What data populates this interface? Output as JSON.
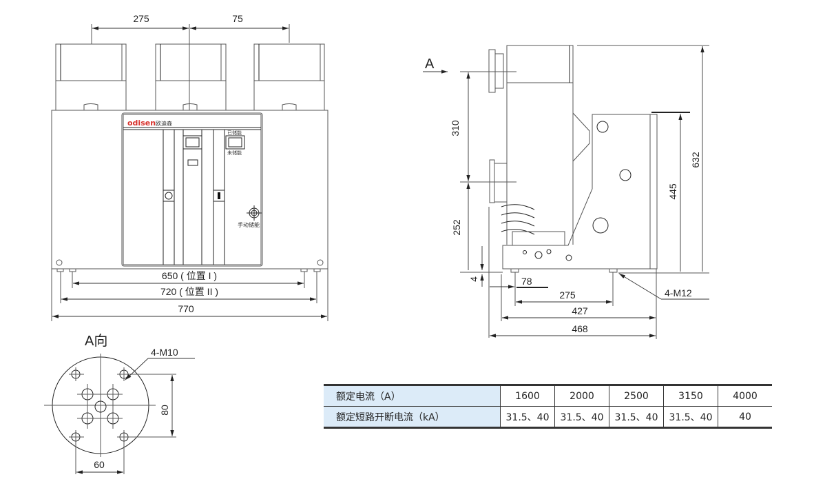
{
  "front_view": {
    "dims": {
      "top_left": "275",
      "top_right": "75",
      "pos1": "650 ( 位置 I )",
      "pos2": "720 ( 位置 II )",
      "overall": "770"
    },
    "panel": {
      "brand": "odisen",
      "brand_cn": "欧迪森",
      "stored": "已储能",
      "not_stored": "未储能",
      "manual": "手动储能"
    }
  },
  "side_view": {
    "view_label": "A",
    "dims": {
      "d310": "310",
      "d252": "252",
      "d4": "4",
      "d78": "78",
      "d275": "275",
      "d427": "427",
      "d468": "468",
      "d632": "632",
      "d445": "445",
      "bolt": "4-M12"
    }
  },
  "a_view": {
    "title": "A向",
    "bolt": "4-M10",
    "d80": "80",
    "d60": "60"
  },
  "table": {
    "rows": [
      {
        "label": "额定电流（A）",
        "values": [
          "1600",
          "2000",
          "2500",
          "3150",
          "4000"
        ]
      },
      {
        "label": "额定短路开断电流（kA）",
        "values": [
          "31.5、40",
          "31.5、40",
          "31.5、40",
          "31.5、40",
          "40"
        ]
      }
    ]
  }
}
